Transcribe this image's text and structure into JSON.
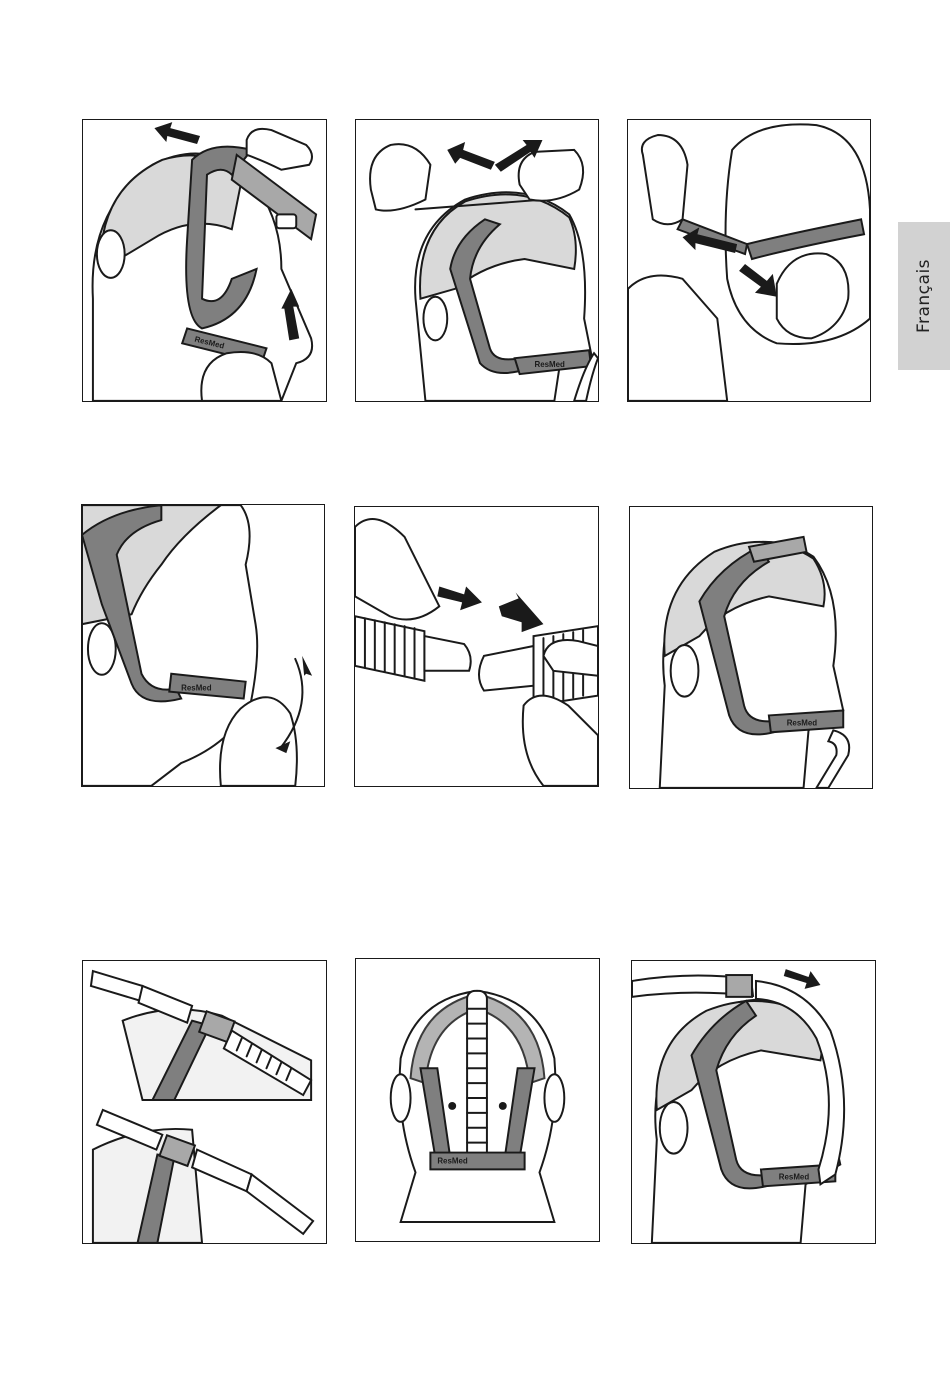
{
  "side_tab": {
    "label": "Français"
  },
  "panels": [
    {
      "id": "panel-1",
      "brand": "ResMed"
    },
    {
      "id": "panel-2",
      "brand": "ResMed"
    },
    {
      "id": "panel-3",
      "brand": ""
    },
    {
      "id": "panel-4",
      "brand": "ResMed"
    },
    {
      "id": "panel-5",
      "brand": ""
    },
    {
      "id": "panel-6",
      "brand": "ResMed"
    },
    {
      "id": "panel-7",
      "brand": ""
    },
    {
      "id": "panel-8",
      "brand": "ResMed"
    },
    {
      "id": "panel-9",
      "brand": "ResMed"
    }
  ],
  "colors": {
    "strap": "#7f7f7f",
    "hair": "#d9d9d9",
    "tab": "#d2d2d2",
    "ink": "#1a1a1a"
  }
}
